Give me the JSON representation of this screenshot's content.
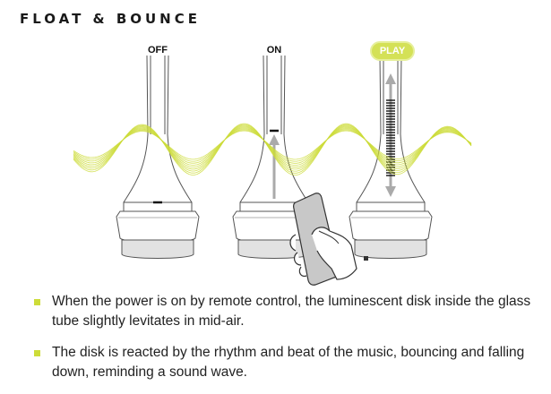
{
  "title": "FLOAT & BOUNCE",
  "states": {
    "off": "OFF",
    "on": "ON",
    "play": "PLAY"
  },
  "colors": {
    "wave": "#cddc39",
    "play_badge": "#d4e157",
    "bullet": "#cddc39",
    "outline": "#555555"
  },
  "icons": [
    "lamp-off",
    "lamp-on",
    "lamp-play",
    "hand-holding-remote",
    "up-arrow",
    "up-down-arrow",
    "sound-wave"
  ],
  "bullets": [
    "When the power is on by remote control, the luminescent disk inside the glass tube slightly levitates in mid-air.",
    "The disk is reacted by the rhythm and beat of the music, bouncing and falling down, reminding a sound wave."
  ]
}
